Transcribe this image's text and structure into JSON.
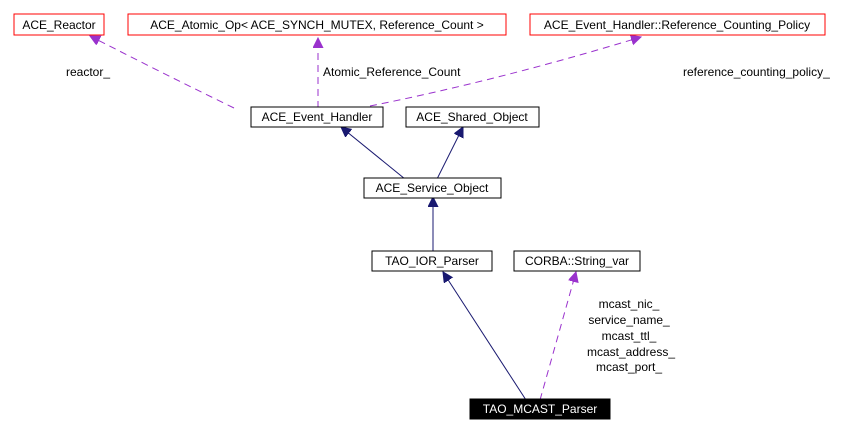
{
  "colors": {
    "background": "#ffffff",
    "normal_border": "#000000",
    "undocumented_border": "#ff0000",
    "inheritance_edge": "#191970",
    "usage_edge": "#9a32cd",
    "focus_fill": "#000000",
    "focus_text": "#ffffff"
  },
  "nodes": {
    "ace_reactor": "ACE_Reactor",
    "ace_atomic_op": "ACE_Atomic_Op< ACE_SYNCH_MUTEX, Reference_Count >",
    "ref_counting_policy": "ACE_Event_Handler::Reference_Counting_Policy",
    "ace_event_handler": "ACE_Event_Handler",
    "ace_shared_object": "ACE_Shared_Object",
    "ace_service_object": "ACE_Service_Object",
    "tao_ior_parser": "TAO_IOR_Parser",
    "corba_string_var": "CORBA::String_var",
    "tao_mcast_parser": "TAO_MCAST_Parser"
  },
  "edge_labels": {
    "reactor": "reactor_",
    "atomic_reference_count": "Atomic_Reference_Count",
    "reference_counting_policy": "reference_counting_policy_",
    "mcast_members": [
      "mcast_nic_",
      "service_name_",
      "mcast_ttl_",
      "mcast_address_",
      "mcast_port_"
    ]
  }
}
